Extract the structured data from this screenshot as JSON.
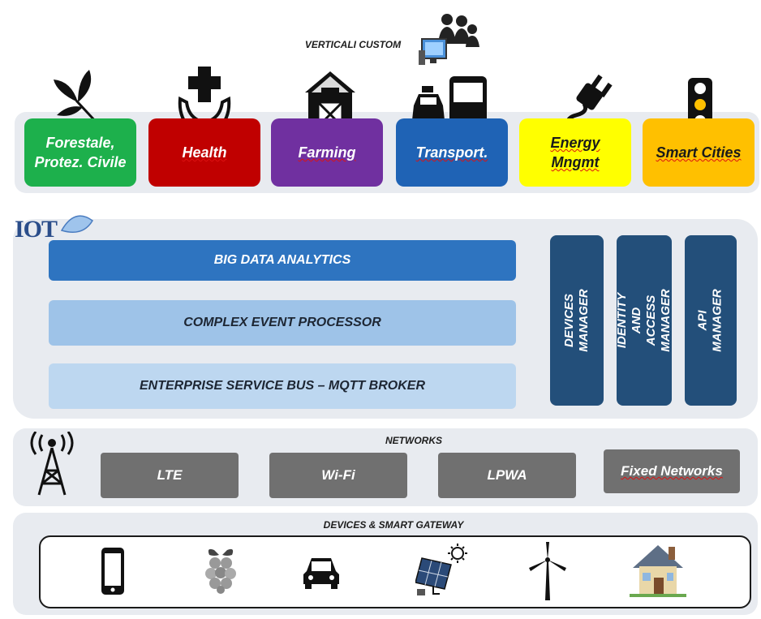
{
  "verticals": {
    "title": "VERTICALI CUSTOM",
    "items": [
      {
        "label": "Forestale,\nProtez. Civile",
        "color": "#1db04c",
        "icon": "leaf-icon"
      },
      {
        "label": "Health",
        "color": "#c00000",
        "icon": "medical-cross-hands-icon"
      },
      {
        "label": "Farming",
        "color": "#7030a0",
        "icon": "barn-icon"
      },
      {
        "label": "Transport.",
        "color": "#1f63b5",
        "icon": "taxi-bus-icon"
      },
      {
        "label": "Energy\nMngmt",
        "color": "#ffff00",
        "icon": "power-plug-icon"
      },
      {
        "label": "Smart Cities",
        "color": "#ffc000",
        "icon": "traffic-light-icon"
      }
    ]
  },
  "platform": {
    "logo_text": "IOT",
    "layers": [
      {
        "label": "BIG DATA ANALYTICS",
        "color": "#2e74c0"
      },
      {
        "label": "COMPLEX EVENT PROCESSOR",
        "color": "#9ec3e8"
      },
      {
        "label": "ENTERPRISE SERVICE BUS – MQTT BROKER",
        "color": "#bdd7f0"
      }
    ],
    "managers": [
      {
        "label": "DEVICES\nMANAGER"
      },
      {
        "label": "IDENTITY AND\nACCESS\nMANAGER"
      },
      {
        "label": "API MANAGER"
      }
    ]
  },
  "networks": {
    "title": "NETWORKS",
    "items": [
      "LTE",
      "Wi-Fi",
      "LPWA",
      "Fixed Networks"
    ]
  },
  "devices": {
    "title": "DEVICES & SMART GATEWAY",
    "icons": [
      "smartphone-icon",
      "raspberry-pi-icon",
      "car-icon",
      "solar-panel-icon",
      "wind-turbine-icon",
      "house-icon"
    ]
  }
}
